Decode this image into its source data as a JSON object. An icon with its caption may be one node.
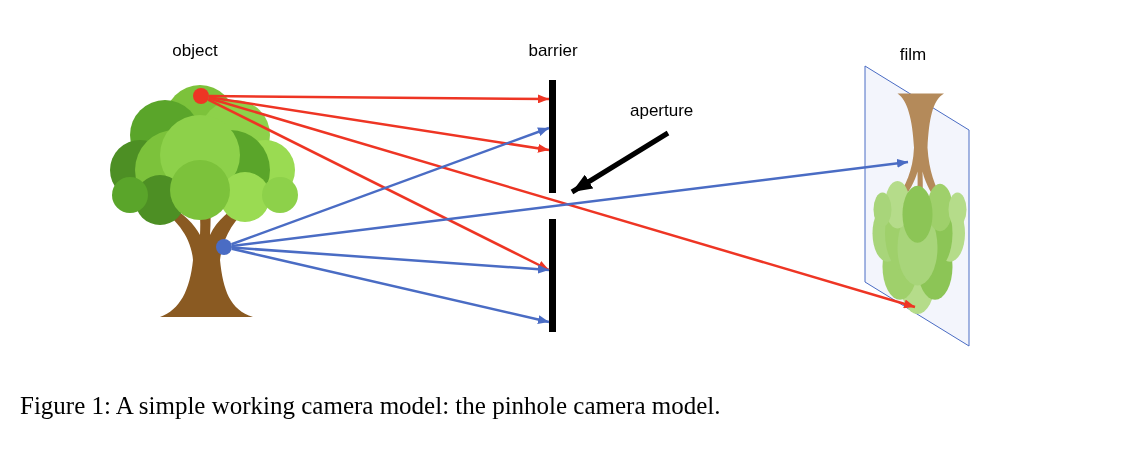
{
  "diagram": {
    "caption": "Figure 1: A simple working camera model: the pinhole camera model.",
    "nodes": [
      {
        "text": [],
        "shape": "picture",
        "beside": [
          "object"
        ]
      },
      {
        "text": [],
        "shape": "circle",
        "in": 0
      },
      {
        "text": [],
        "shape": "circle",
        "in": 0
      },
      {
        "text": [],
        "shape": "bar",
        "beside": [
          "barrier"
        ]
      },
      {
        "text": [],
        "shape": "bar"
      },
      {
        "text": [
          "aperture"
        ]
      },
      {
        "text": [],
        "shape": "picture",
        "beside": [
          "film"
        ]
      }
    ],
    "edges": [
      {
        "from": 1,
        "to": 3,
        "arrow": "to",
        "color": "#ee3524"
      },
      {
        "from": 1,
        "to": 3,
        "arrow": "to",
        "color": "#ee3524"
      },
      {
        "from": 1,
        "to": 6,
        "arrow": "to",
        "color": "#ee3524"
      },
      {
        "from": 1,
        "to": 4,
        "arrow": "to",
        "color": "#ee3524"
      },
      {
        "from": 2,
        "to": 3,
        "arrow": "to",
        "color": "#4a6cc4"
      },
      {
        "from": 2,
        "to": 6,
        "arrow": "to",
        "color": "#4a6cc4"
      },
      {
        "from": 2,
        "to": 4,
        "arrow": "to",
        "color": "#4a6cc4"
      },
      {
        "from": 2,
        "to": 4,
        "arrow": "to",
        "color": "#4a6cc4"
      },
      {
        "from": 5,
        "to": 3,
        "arrow": "to",
        "style": "thick",
        "color": "#000000"
      }
    ]
  }
}
